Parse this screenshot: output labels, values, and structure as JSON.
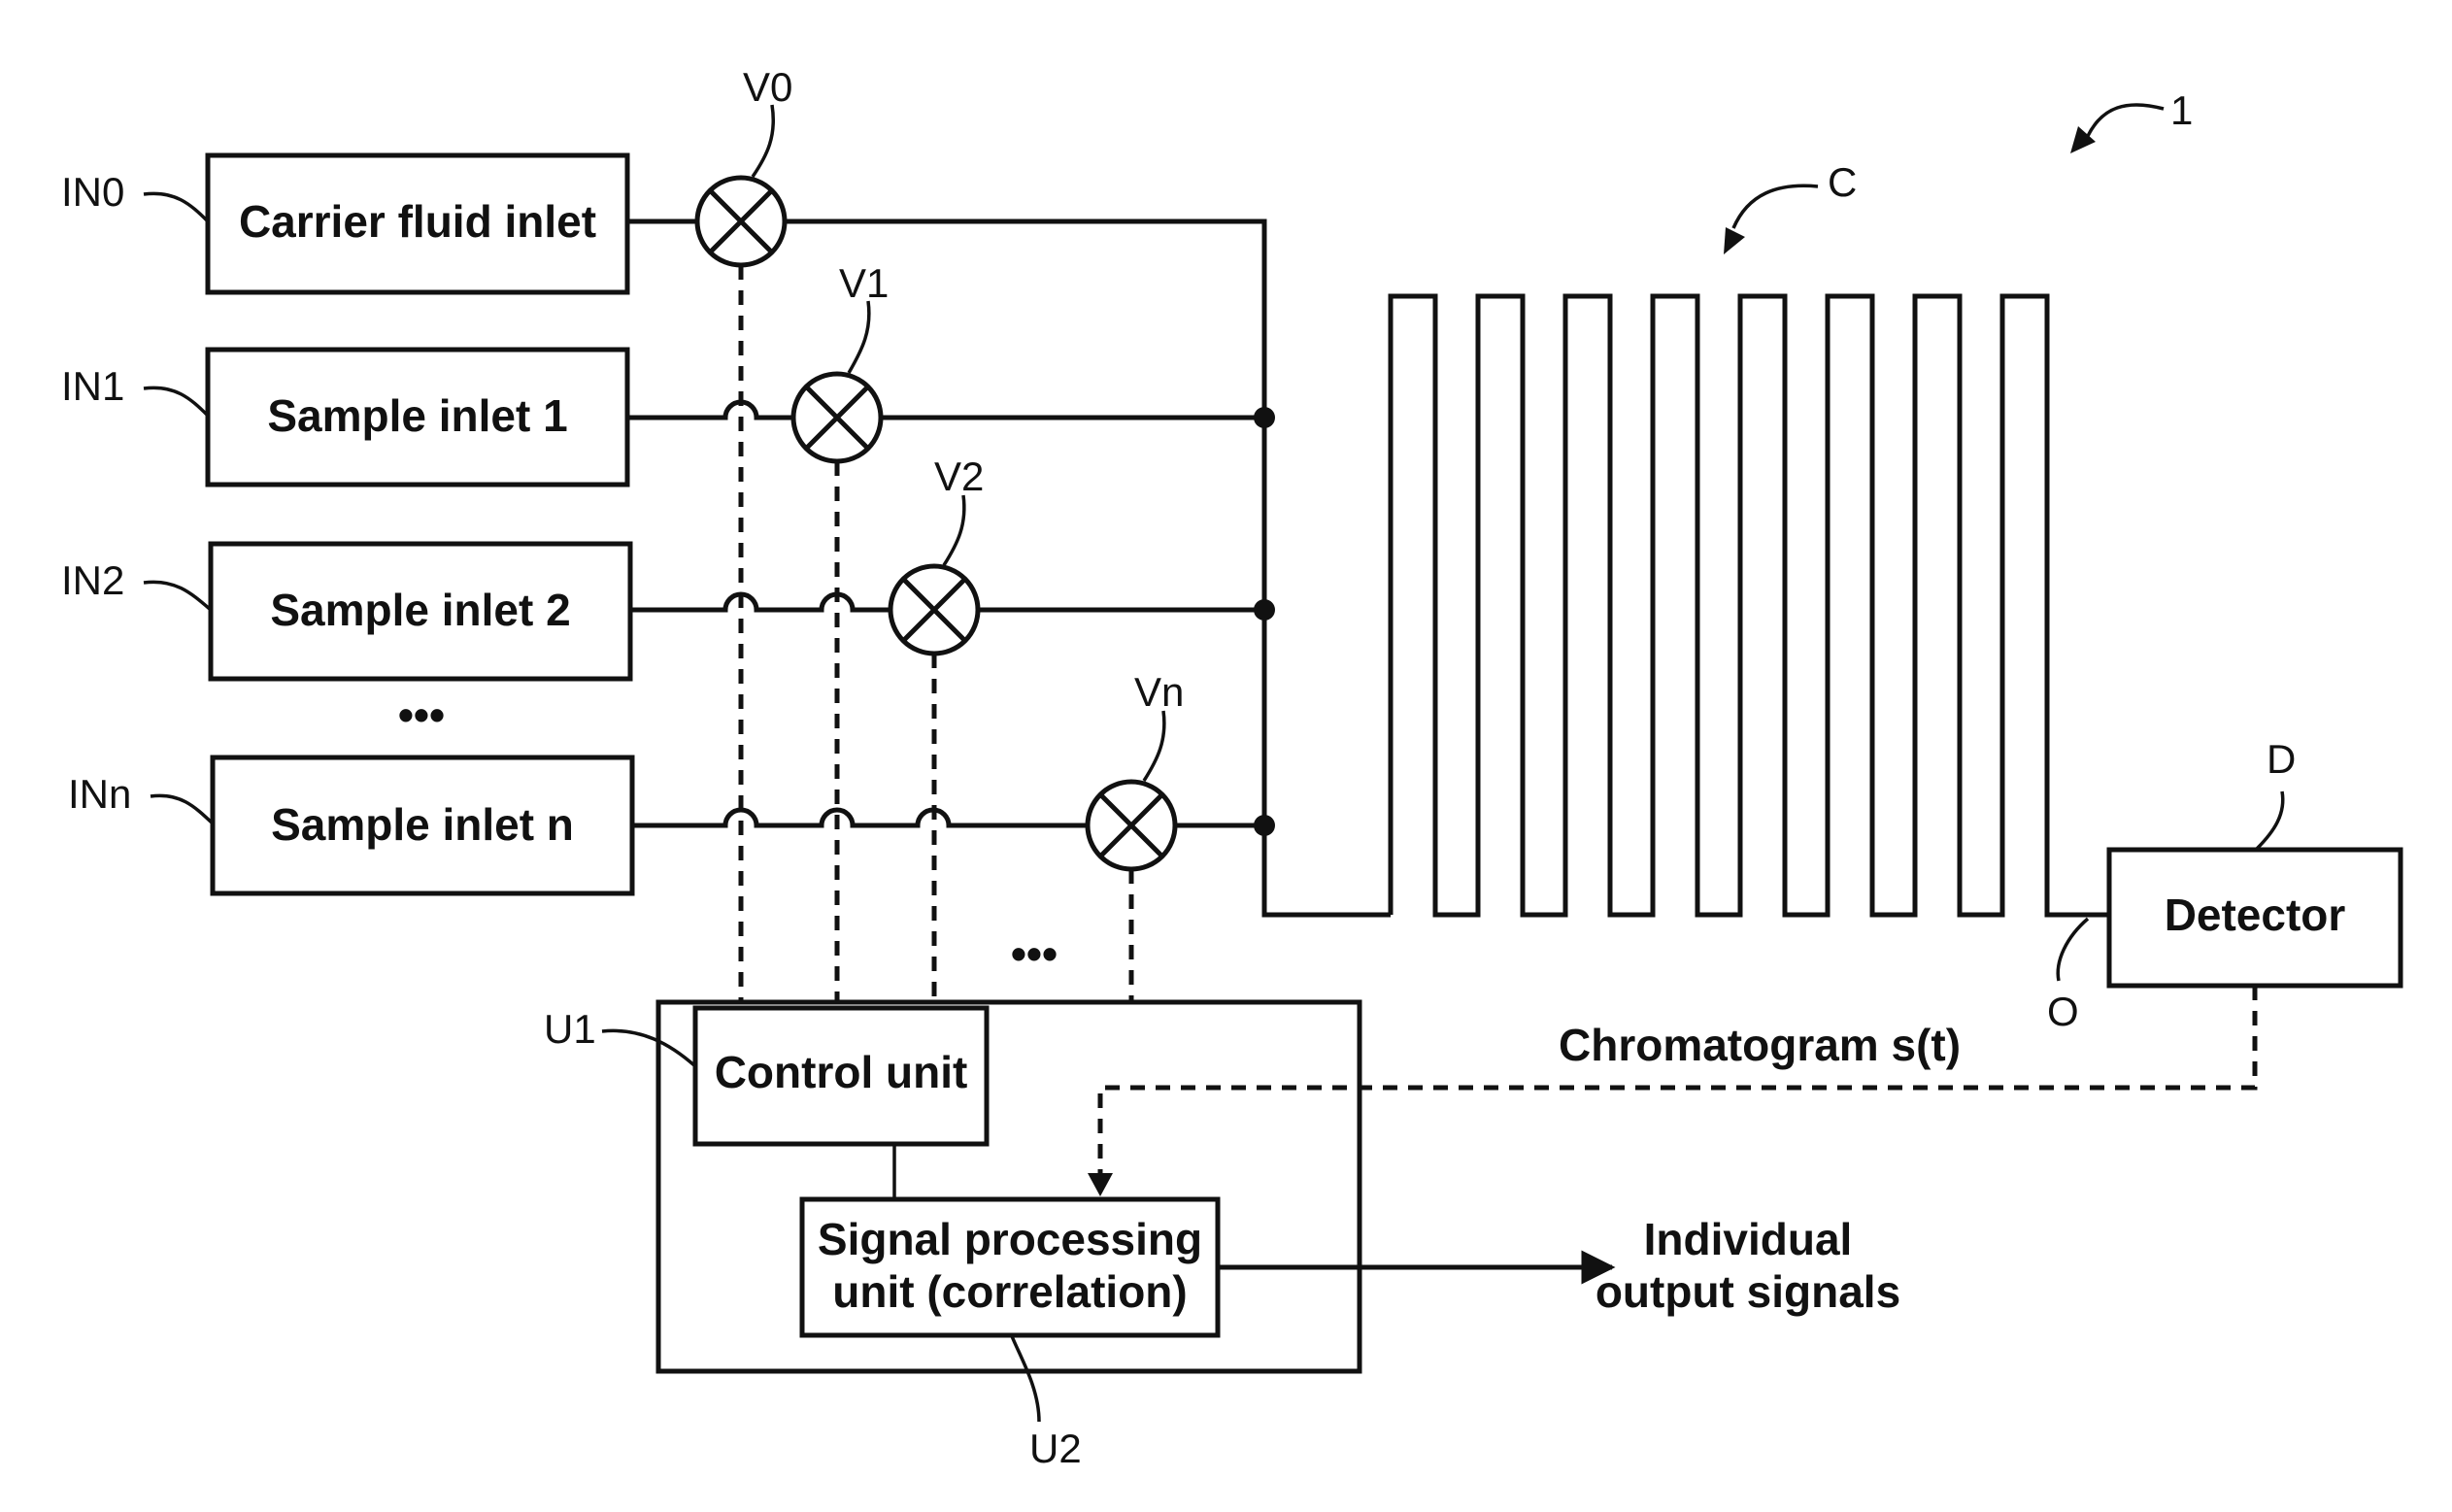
{
  "figure_number": "1",
  "column_label": "C",
  "outlet_label": "O",
  "inlets": [
    {
      "ref": "IN0",
      "label": "Carrier fluid inlet",
      "valve": "V0"
    },
    {
      "ref": "IN1",
      "label": "Sample inlet 1",
      "valve": "V1"
    },
    {
      "ref": "IN2",
      "label": "Sample inlet 2",
      "valve": "V2"
    },
    {
      "ref": "INn",
      "label": "Sample inlet n",
      "valve": "Vn"
    }
  ],
  "ellipsis": "•••",
  "detector": {
    "ref": "D",
    "label": "Detector"
  },
  "control_unit": {
    "ref": "U1",
    "label": "Control unit"
  },
  "signal_unit": {
    "ref": "U2",
    "label_line1": "Signal processing",
    "label_line2": "unit (correlation)"
  },
  "chromatogram_label": "Chromatogram s(t)",
  "output": {
    "line1": "Individual",
    "line2": "output signals"
  }
}
